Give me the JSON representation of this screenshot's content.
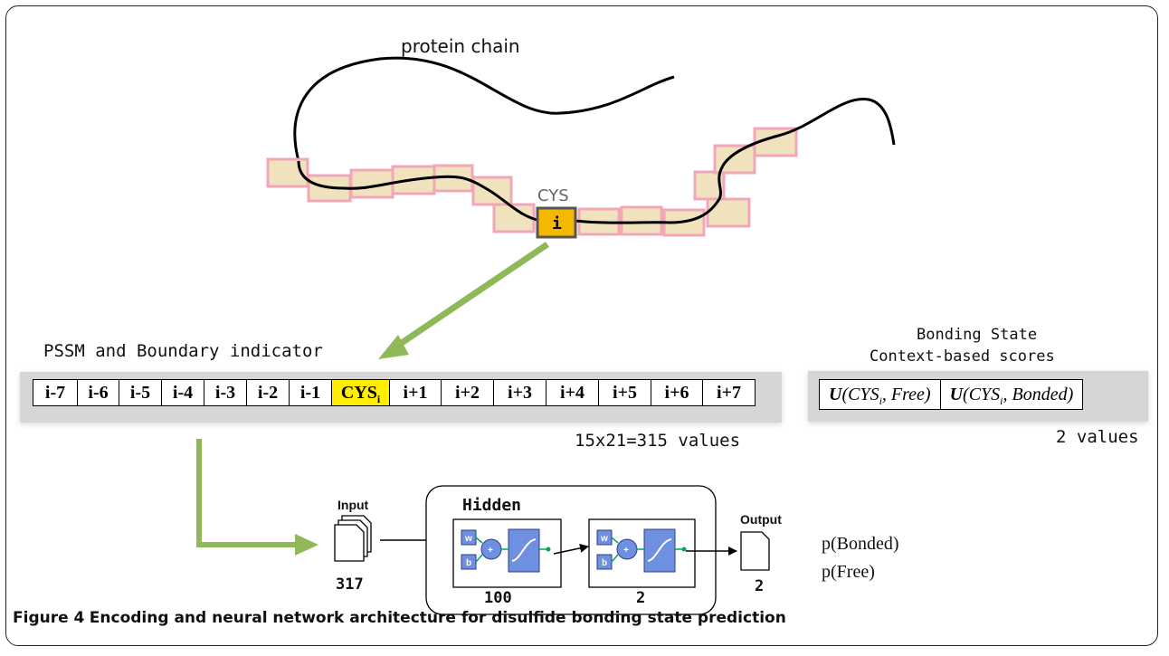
{
  "protein": {
    "chain_label": "protein chain",
    "cys_label": "CYS",
    "cys_index_label": "i"
  },
  "window": {
    "title": "PSSM and Boundary indicator",
    "cells": [
      "i-7",
      "i-6",
      "i-5",
      "i-4",
      "i-3",
      "i-2",
      "i-1",
      "CYS",
      "i+1",
      "i+2",
      "i+3",
      "i+4",
      "i+5",
      "i+6",
      "i+7"
    ],
    "cys_subscript": "i",
    "count_label": "15x21=315 values"
  },
  "scores": {
    "title_line1": "Bonding State",
    "title_line2": "Context-based scores",
    "cell1_fn": "U",
    "cell1_arg": "(CYS",
    "cell1_sub": "i",
    "cell1_rest": ", Free)",
    "cell2_fn": "U",
    "cell2_arg": "(CYS",
    "cell2_sub": "i",
    "cell2_rest": ", Bonded)",
    "count_label": "2 values"
  },
  "network": {
    "input_label": "Input",
    "input_count": "317",
    "hidden_label": "Hidden",
    "layer1_count": "100",
    "layer2_count": "2",
    "output_label": "Output",
    "output_count": "2",
    "w_label": "w",
    "b_label": "b",
    "plus_label": "+",
    "p_bonded": "p(Bonded)",
    "p_free": "p(Free)"
  },
  "caption": {
    "label": "Figure 4",
    "text": "Encoding and neural network architecture for disulfide bonding state prediction"
  },
  "colors": {
    "residue_fill": "#efe2bd",
    "residue_border": "#f2a6b8",
    "cys_fill": "#f5b800",
    "arrow_green": "#8fb858",
    "cys_cell": "#ffee00",
    "panel_gray": "#d6d6d6",
    "block_blue": "#6f8fe0"
  }
}
